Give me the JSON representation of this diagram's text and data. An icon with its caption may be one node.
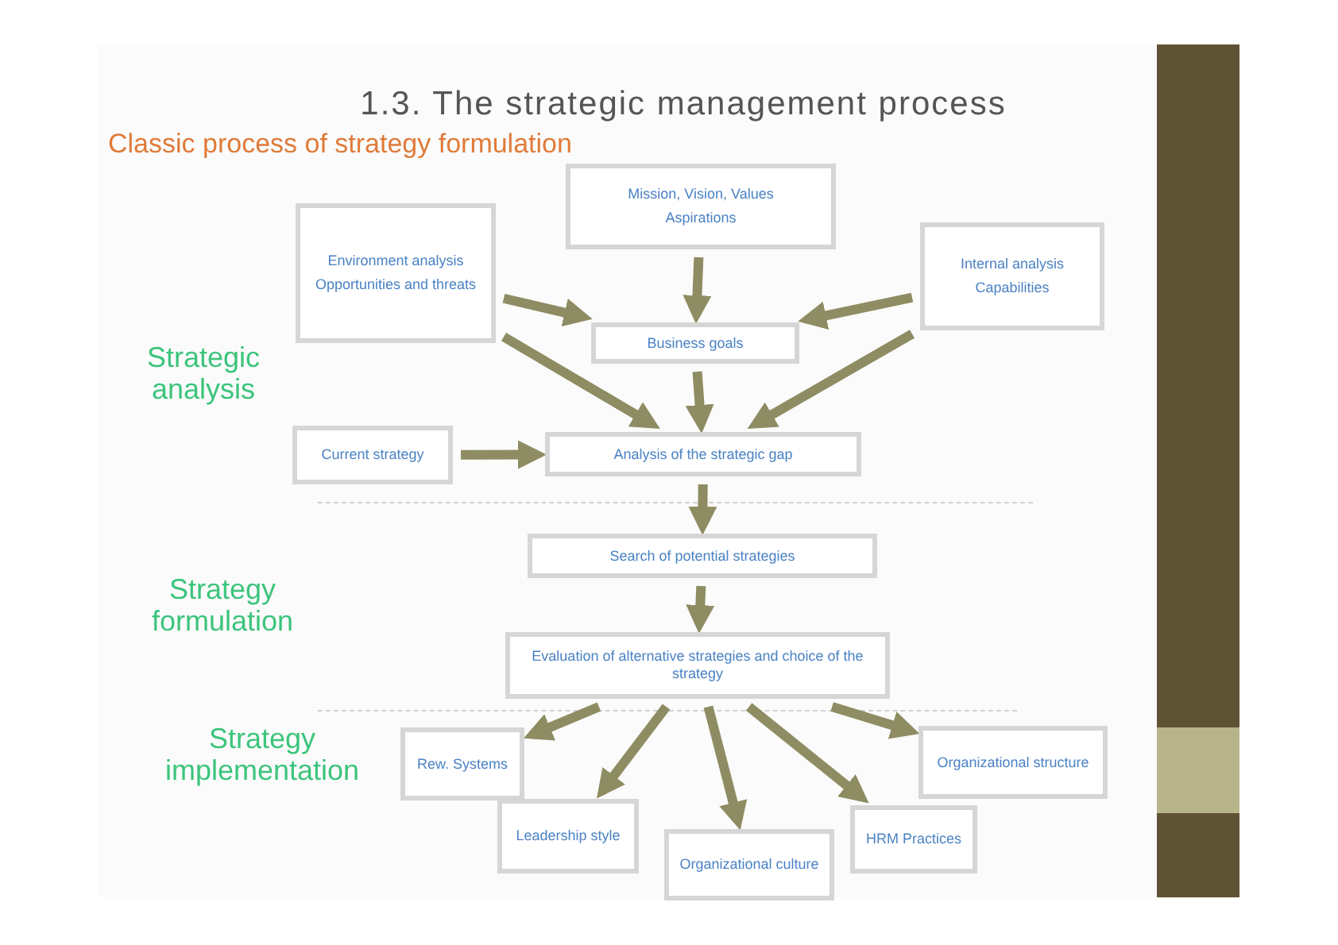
{
  "diagram": {
    "title": "1.3. The strategic management process",
    "nodes": [
      {
        "text": [
          "Mission, Vision, Values",
          "Aspirations"
        ]
      },
      {
        "text": [
          "Environment analysis",
          "Opportunities and threats"
        ]
      },
      {
        "text": [
          "Internal analysis",
          "Capabilities"
        ]
      },
      {
        "text": [
          "Business goals"
        ]
      },
      {
        "text": [
          "Current strategy"
        ]
      },
      {
        "text": [
          "Analysis of the strategic gap"
        ]
      },
      {
        "text": [
          "Search of potential strategies"
        ]
      },
      {
        "text": [
          "Evaluation of alternative strategies and choice of the strategy"
        ]
      },
      {
        "text": [
          "Rew. Systems"
        ]
      },
      {
        "text": [
          "Leadership style"
        ]
      },
      {
        "text": [
          "Organizational culture"
        ]
      },
      {
        "text": [
          "HRM Practices"
        ]
      },
      {
        "text": [
          "Organizational structure"
        ]
      }
    ],
    "edges": [
      {
        "from": 1,
        "to": 3,
        "arrow": "to"
      },
      {
        "from": 0,
        "to": 3,
        "arrow": "to"
      },
      {
        "from": 2,
        "to": 3,
        "arrow": "to"
      },
      {
        "from": 1,
        "to": 5,
        "arrow": "to"
      },
      {
        "from": 3,
        "to": 5,
        "arrow": "to"
      },
      {
        "from": 2,
        "to": 5,
        "arrow": "to"
      },
      {
        "from": 4,
        "to": 5,
        "arrow": "to"
      },
      {
        "from": 5,
        "to": 6,
        "arrow": "to"
      },
      {
        "from": 6,
        "to": 7,
        "arrow": "to"
      },
      {
        "from": 7,
        "to": 8,
        "arrow": "to"
      },
      {
        "from": 7,
        "to": 9,
        "arrow": "to"
      },
      {
        "from": 7,
        "to": 10,
        "arrow": "to"
      },
      {
        "from": 7,
        "to": 11,
        "arrow": "to"
      },
      {
        "from": 7,
        "to": 12,
        "arrow": "to"
      }
    ],
    "labels": [
      "Classic process of strategy formulation",
      "Strategic analysis",
      "Strategy formulation",
      "Strategy implementation"
    ]
  }
}
